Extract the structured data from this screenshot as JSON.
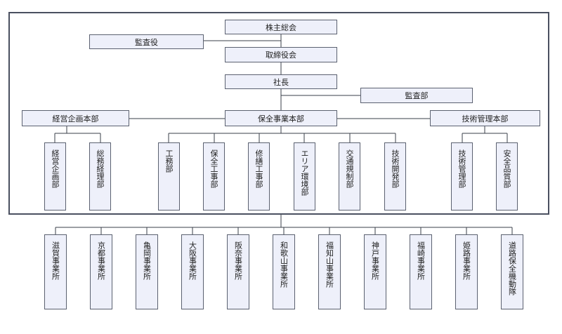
{
  "chart": {
    "shareholders": "株主総会",
    "auditor": "監査役",
    "board": "取締役会",
    "president": "社長",
    "audit_dept": "監査部",
    "hq_left": "経営企画本部",
    "hq_center": "保全事業本部",
    "hq_right": "技術管理本部",
    "left_depts": [
      "経営企画部",
      "総務経理部"
    ],
    "center_depts": [
      "工務部",
      "保全工事部",
      "修繕工事部",
      "エリア環境部",
      "交通規制部",
      "技術開発部"
    ],
    "right_depts": [
      "技術管理部",
      "安全品質部"
    ],
    "offices": [
      "滋賀事業所",
      "京都事業所",
      "亀岡事業所",
      "大阪事業所",
      "阪奈事業所",
      "和歌山事業所",
      "福知山事業所",
      "神戸事業所",
      "福崎事業所",
      "姫路事業所",
      "道路保全機動隊"
    ]
  }
}
